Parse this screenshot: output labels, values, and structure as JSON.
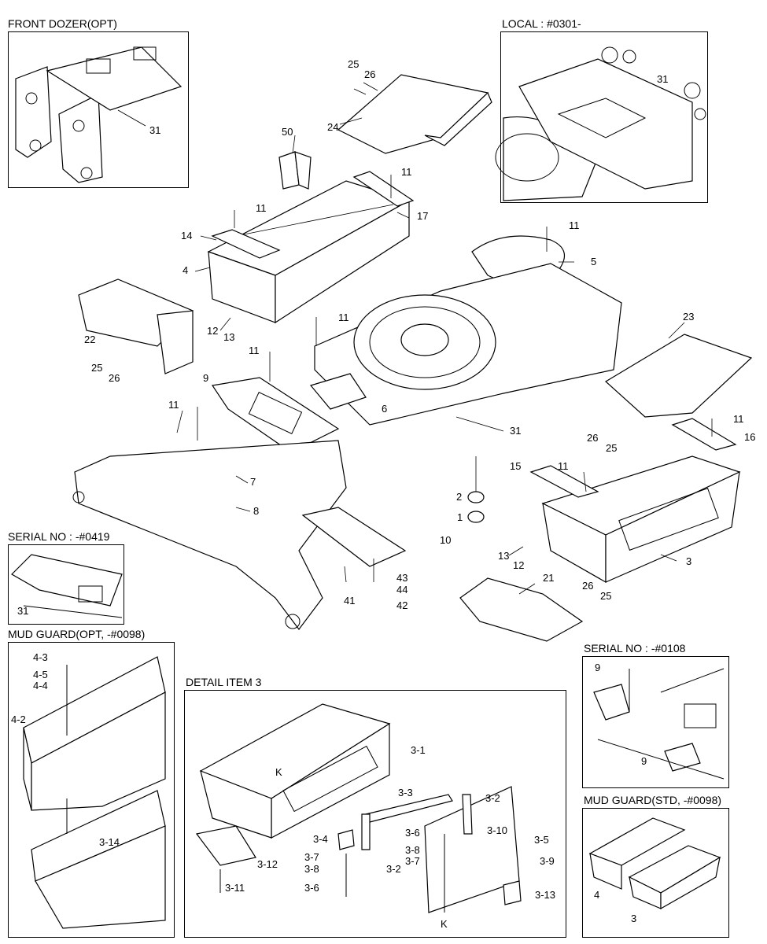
{
  "insets": {
    "front_dozer": "FRONT DOZER(OPT)",
    "local": "LOCAL : #0301-",
    "serial_0419": "SERIAL NO : -#0419",
    "mud_guard_opt": "MUD GUARD(OPT, -#0098)",
    "detail_item3": "DETAIL  ITEM 3",
    "serial_0108": "SERIAL NO : -#0108",
    "mud_guard_std": "MUD GUARD(STD, -#0098)"
  },
  "labels": {
    "l_fd_31": "31",
    "l_lc_31": "31",
    "l_25a": "25",
    "l_26a": "26",
    "l_24": "24",
    "l_50": "50",
    "l_11a": "11",
    "l_17": "17",
    "l_11b": "11",
    "l_14": "14",
    "l_4": "4",
    "l_11c": "11",
    "l_5": "5",
    "l_22": "22",
    "l_12a": "12",
    "l_13a": "13",
    "l_11d": "11",
    "l_23": "23",
    "l_25b": "25",
    "l_26b": "26",
    "l_11e": "11",
    "l_9": "9",
    "l_6": "6",
    "l_11f": "11",
    "l_31": "31",
    "l_7": "7",
    "l_8": "8",
    "l_26c": "26",
    "l_25c": "25",
    "l_11g": "11",
    "l_16": "16",
    "l_15": "15",
    "l_11h": "11",
    "l_2": "2",
    "l_1": "1",
    "l_10": "10",
    "l_13b": "13",
    "l_12b": "12",
    "l_3": "3",
    "l_43": "43",
    "l_44": "44",
    "l_42": "42",
    "l_41": "41",
    "l_21": "21",
    "l_26d": "26",
    "l_25d": "25",
    "l_sn_31": "31",
    "l_m_43": "4-3",
    "l_m_45": "4-5",
    "l_m_44": "4-4",
    "l_m_42": "4-2",
    "l_m_314": "3-14",
    "l_d_31": "3-1",
    "l_d_K1": "K",
    "l_d_33": "3-3",
    "l_d_32a": "3-2",
    "l_d_36a": "3-6",
    "l_d_310": "3-10",
    "l_d_35": "3-5",
    "l_d_38a": "3-8",
    "l_d_37a": "3-7",
    "l_d_39": "3-9",
    "l_d_34": "3-4",
    "l_d_37b": "3-7",
    "l_d_38b": "3-8",
    "l_d_32b": "3-2",
    "l_d_312": "3-12",
    "l_d_311": "3-11",
    "l_d_36b": "3-6",
    "l_d_313": "3-13",
    "l_d_K2": "K",
    "l_s8_9a": "9",
    "l_s8_9b": "9",
    "l_ms_4": "4",
    "l_ms_3": "3"
  }
}
